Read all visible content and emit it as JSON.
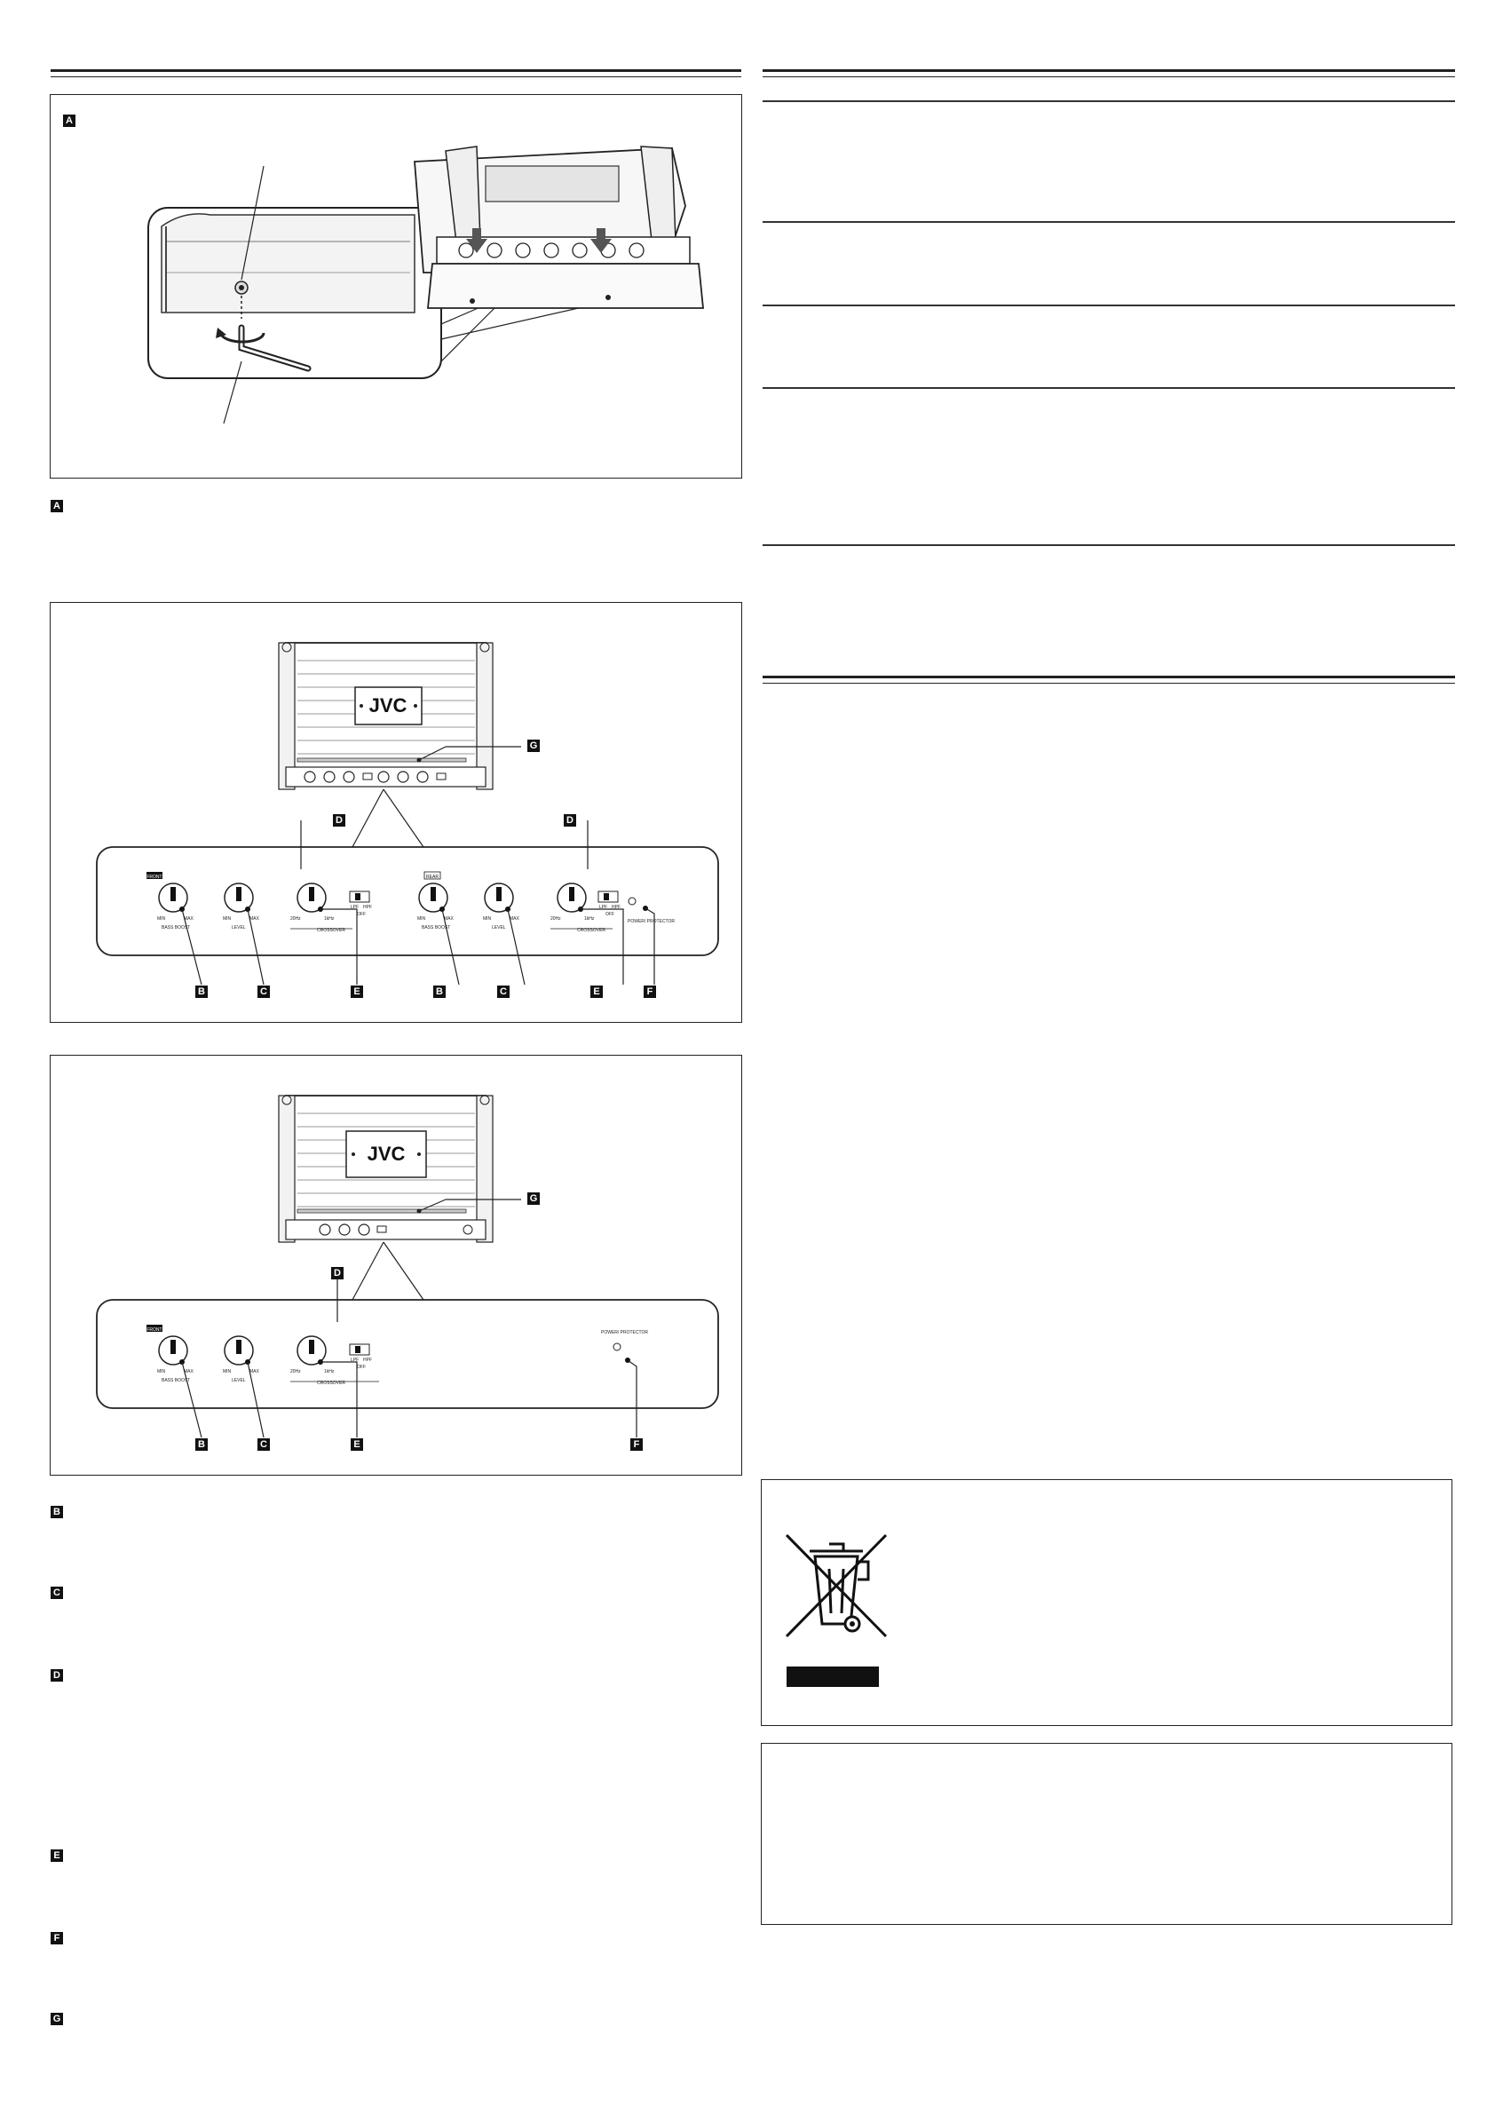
{
  "badges": {
    "a": "A",
    "b": "B",
    "c": "C",
    "d": "D",
    "e": "E",
    "f": "F",
    "g": "G"
  },
  "brand": "JVC",
  "front_label": "FRONT",
  "rear_label": "REAR",
  "knob_labels": {
    "bass_boost": "BASS BOOST",
    "level": "LEVEL",
    "crossover": "CROSSOVER",
    "min": "MIN",
    "max": "MAX",
    "hz_low": "20Hz",
    "hz_high": "1kHz",
    "lpf": "LPF",
    "hpf": "HPF",
    "off": "OFF",
    "power_protector": "POWER/ PROTECTOR"
  },
  "weee_label": ""
}
